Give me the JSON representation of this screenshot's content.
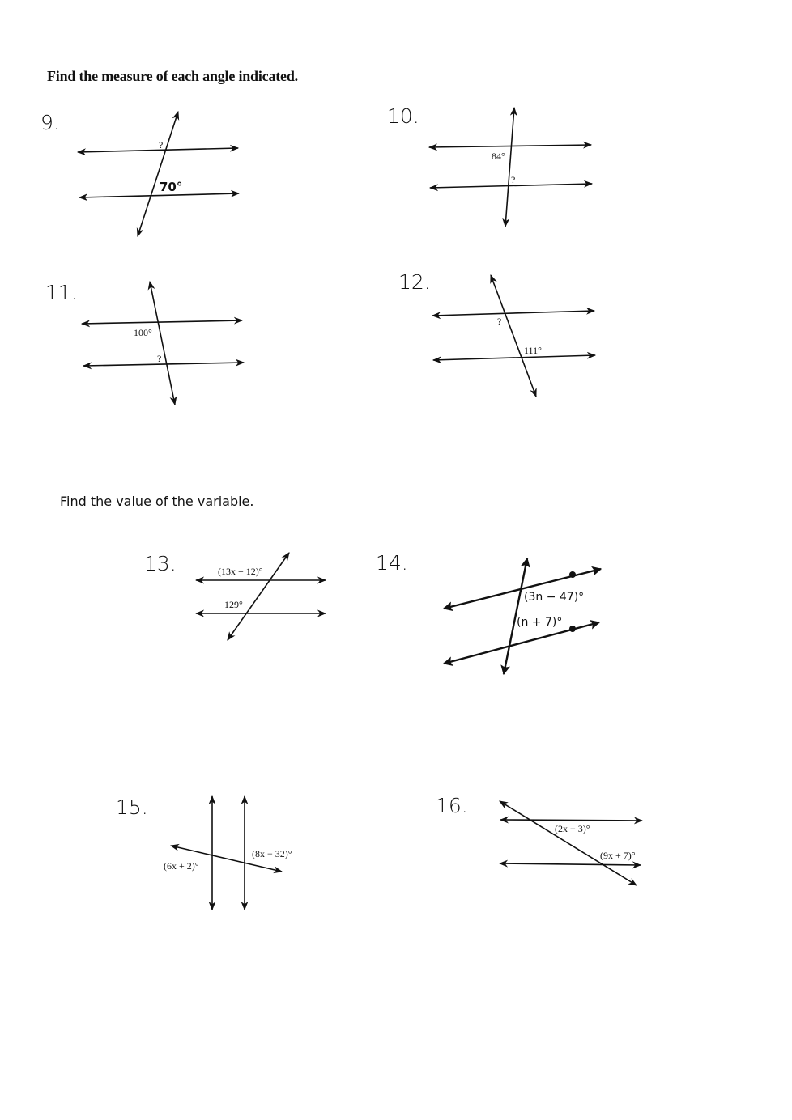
{
  "section1": {
    "heading": "Find the measure of each angle indicated."
  },
  "section2": {
    "heading": "Find the value of the variable."
  },
  "problems": [
    {
      "number": "9.",
      "labels": [
        "?",
        "70°"
      ]
    },
    {
      "number": "10.",
      "labels": [
        "84°",
        "?"
      ]
    },
    {
      "number": "11.",
      "labels": [
        "100°",
        "?"
      ]
    },
    {
      "number": "12.",
      "labels": [
        "?",
        "111°"
      ]
    },
    {
      "number": "13.",
      "labels": [
        "(13x + 12)°",
        "129°"
      ]
    },
    {
      "number": "14.",
      "labels": [
        "(3n − 47)°",
        "(n + 7)°"
      ]
    },
    {
      "number": "15.",
      "labels": [
        "(6x + 2)°",
        "(8x − 32)°"
      ]
    },
    {
      "number": "16.",
      "labels": [
        "(2x − 3)°",
        "(9x + 7)°"
      ]
    }
  ]
}
